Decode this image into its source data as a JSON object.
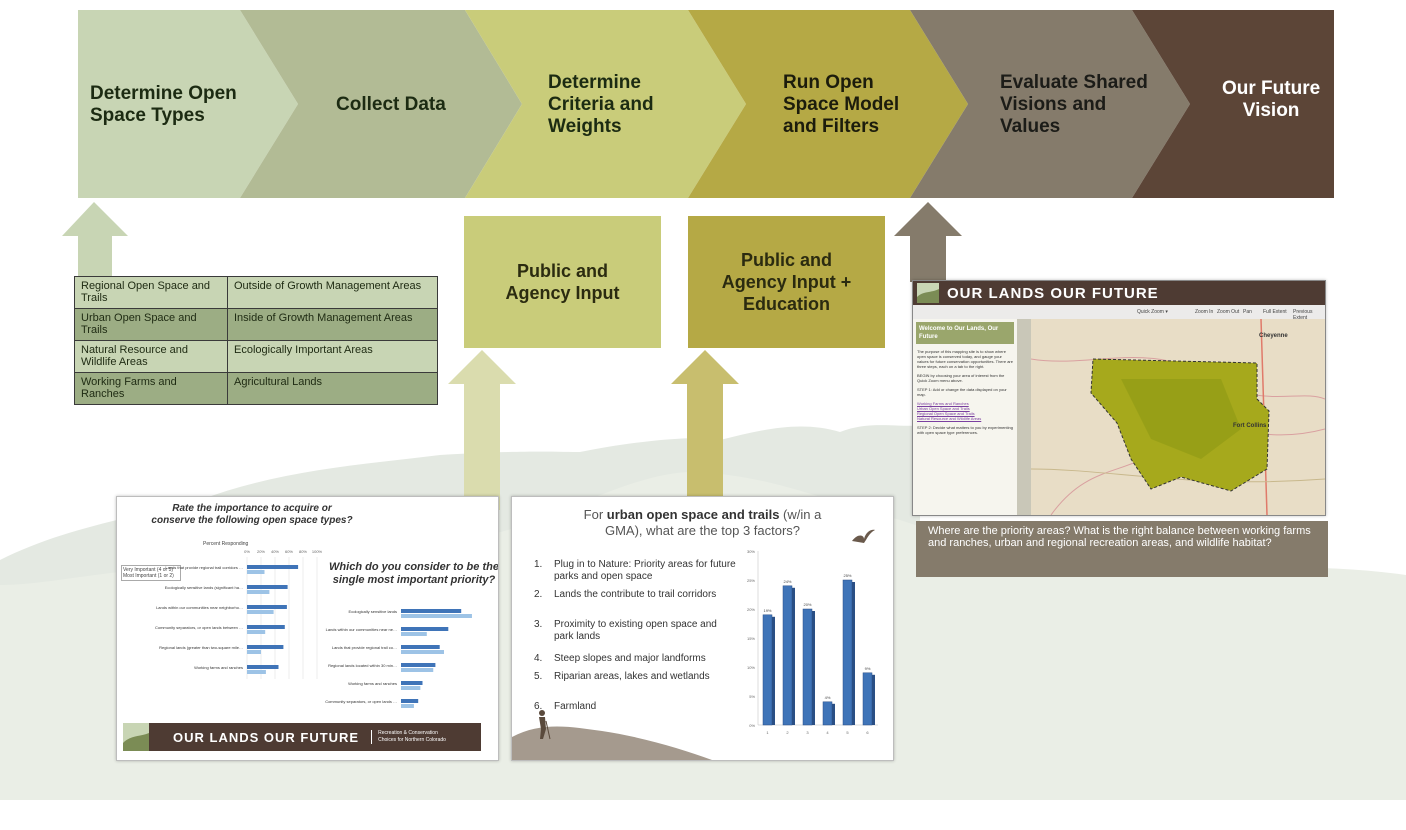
{
  "steps": [
    {
      "label_line1": "Determine Open",
      "label_line2": "Space Types",
      "color": "#c8d5b4"
    },
    {
      "label_line1": "Collect Data",
      "color": "#b2bb95"
    },
    {
      "label_line1": "Determine",
      "label_line2": "Criteria and",
      "label_line3": "Weights",
      "color": "#c9cc7a"
    },
    {
      "label_line1": "Run Open",
      "label_line2": "Space Model",
      "label_line3": "and Filters",
      "color": "#b5a945"
    },
    {
      "label_line1": "Evaluate Shared",
      "label_line2": "Visions and",
      "label_line3": "Values",
      "color": "#857b6b"
    },
    {
      "label_line1": "Our Future",
      "label_line2": "Vision",
      "color": "#5c4537"
    }
  ],
  "inputs": {
    "public_agency": {
      "line1": "Public and",
      "line2": "Agency Input"
    },
    "public_agency_edu": {
      "line1": "Public and",
      "line2": "Agency Input +",
      "line3": "Education"
    }
  },
  "open_space_types": [
    {
      "left": "Regional Open Space and Trails",
      "right": "Outside of Growth Management Areas"
    },
    {
      "left": "Urban Open Space and Trails",
      "right": "Inside of Growth Management Areas"
    },
    {
      "left": "Natural Resource and Wildlife Areas",
      "right": "Ecologically Important Areas"
    },
    {
      "left": "Working Farms and Ranches",
      "right": "Agricultural Lands"
    }
  ],
  "survey": {
    "title1": "Rate the importance to acquire or",
    "title2": "conserve the following open space types?",
    "title3": "Which do you consider to be the",
    "title4": "single most important priority?",
    "axis_title": "Percent Responding",
    "ticks": [
      "0%",
      "20%",
      "40%",
      "60%",
      "80%",
      "100%"
    ],
    "legend1": "Very Important (4 or 5)",
    "legend2": "Most Important (1 or 2)",
    "left_items": [
      "Lands that provide regional trail corridors to connect cities and towns",
      "Ecologically sensitive lands (significant habitat, wetlands, etc.)",
      "Lands within our communities near neighborhoods and schools",
      "Community separators, or open lands between our cities and towns",
      "Regional lands (greater than two-square miles) generally located within 30 minutes from cities and towns",
      "Working farms and ranches"
    ],
    "left_values_a": [
      73,
      58,
      57,
      54,
      52,
      45
    ],
    "left_values_b": [
      25,
      32,
      38,
      26,
      20,
      27
    ],
    "right_items": [
      "Ecologically sensitive lands",
      "Lands within our communities near neighborhoods and schools",
      "Lands that provide regional trail corridors",
      "Regional lands located within 30 min. of towns/cities",
      "Working farms and ranches",
      "Community separators, or open lands between our cities/towns"
    ],
    "right_values_a": [
      28,
      22,
      18,
      16,
      10,
      8
    ],
    "right_values_b": [
      33,
      12,
      20,
      15,
      9,
      6
    ],
    "footer_brand": "OUR LANDS  OUR FUTURE",
    "footer_sub1": "Recreation & Conservation",
    "footer_sub2": "Choices for Northern Colorado"
  },
  "factors_card": {
    "title_pre": "For ",
    "title_bold": "urban open space and trails",
    "title_post": " (w/in a",
    "title_line2": "GMA), what are the top 3 factors?",
    "items": [
      {
        "num": "1.",
        "text": "Plug in to Nature: Priority areas for future parks and open space"
      },
      {
        "num": "2.",
        "text": "Lands the contribute to trail corridors"
      },
      {
        "num": "3.",
        "text": "Proximity to existing open space and park lands"
      },
      {
        "num": "4.",
        "text": "Steep slopes and major landforms"
      },
      {
        "num": "5.",
        "text": "Riparian areas, lakes and wetlands"
      },
      {
        "num": "6.",
        "text": "Farmland"
      }
    ]
  },
  "chart_data": {
    "type": "bar",
    "categories": [
      "1",
      "2",
      "3",
      "4",
      "5",
      "6"
    ],
    "values": [
      19,
      24,
      20,
      4,
      25,
      9
    ],
    "data_labels": [
      "19%",
      "24%",
      "20%",
      "4%",
      "25%",
      "9%"
    ],
    "ylim": [
      0,
      30
    ],
    "yticks": [
      "30%",
      "25%",
      "20%",
      "15%",
      "10%",
      "5%",
      "0%"
    ],
    "title": "",
    "xlabel": "",
    "ylabel": ""
  },
  "map": {
    "header": "OUR LANDS  OUR FUTURE",
    "toolbar": [
      "Quick Zoom ▾",
      "Zoom In",
      "Zoom Out",
      "Pan",
      "Full Extent",
      "Previous Extent"
    ],
    "side_title": "Welcome to Our Lands, Our Future",
    "side_text1": "The purpose of this mapping site is to show where open space is conserved today, and gauge your values for future conservation opportunities. There are three steps, each on a tab to the right.",
    "side_text2": "BEGIN by choosing your area of interest from the Quick Zoom menu above.",
    "side_text3": "STEP 1: Add or change the data displayed on your map.",
    "side_text4": "STEP 2: Decide what matters to you by experimenting with open space type preferences.",
    "side_links": [
      "Working Farms and Ranches",
      "Urban Open Space and Trails",
      "Regional Open Space and Trails",
      "Natural Resource and Wildlife Areas"
    ],
    "labels": [
      "Cheyenne",
      "Fort Collins"
    ],
    "caption": "Where are the priority areas?  What is the right balance between working farms and ranches, urban and regional recreation areas, and wildlife habitat?"
  }
}
